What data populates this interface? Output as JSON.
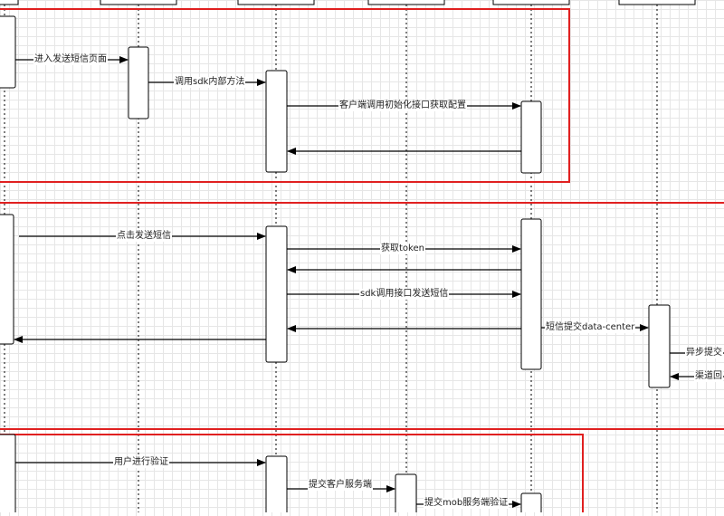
{
  "messages": {
    "enter_sms_page": "进入发送短信页面",
    "call_sdk_internal": "调用sdk内部方法",
    "client_init_config": "客户端调用初始化接口获取配置",
    "click_send_sms": "点击发送短信",
    "get_token": "获取token",
    "sdk_call_send": "sdk调用接口发送短信",
    "sms_submit_dc": "短信提交data-center",
    "async_submit": "异步提交",
    "channel_return": "渠道回",
    "user_verify": "用户进行验证",
    "submit_client_server": "提交客户服务端",
    "submit_mob_verify": "提交mob服务端验证"
  }
}
